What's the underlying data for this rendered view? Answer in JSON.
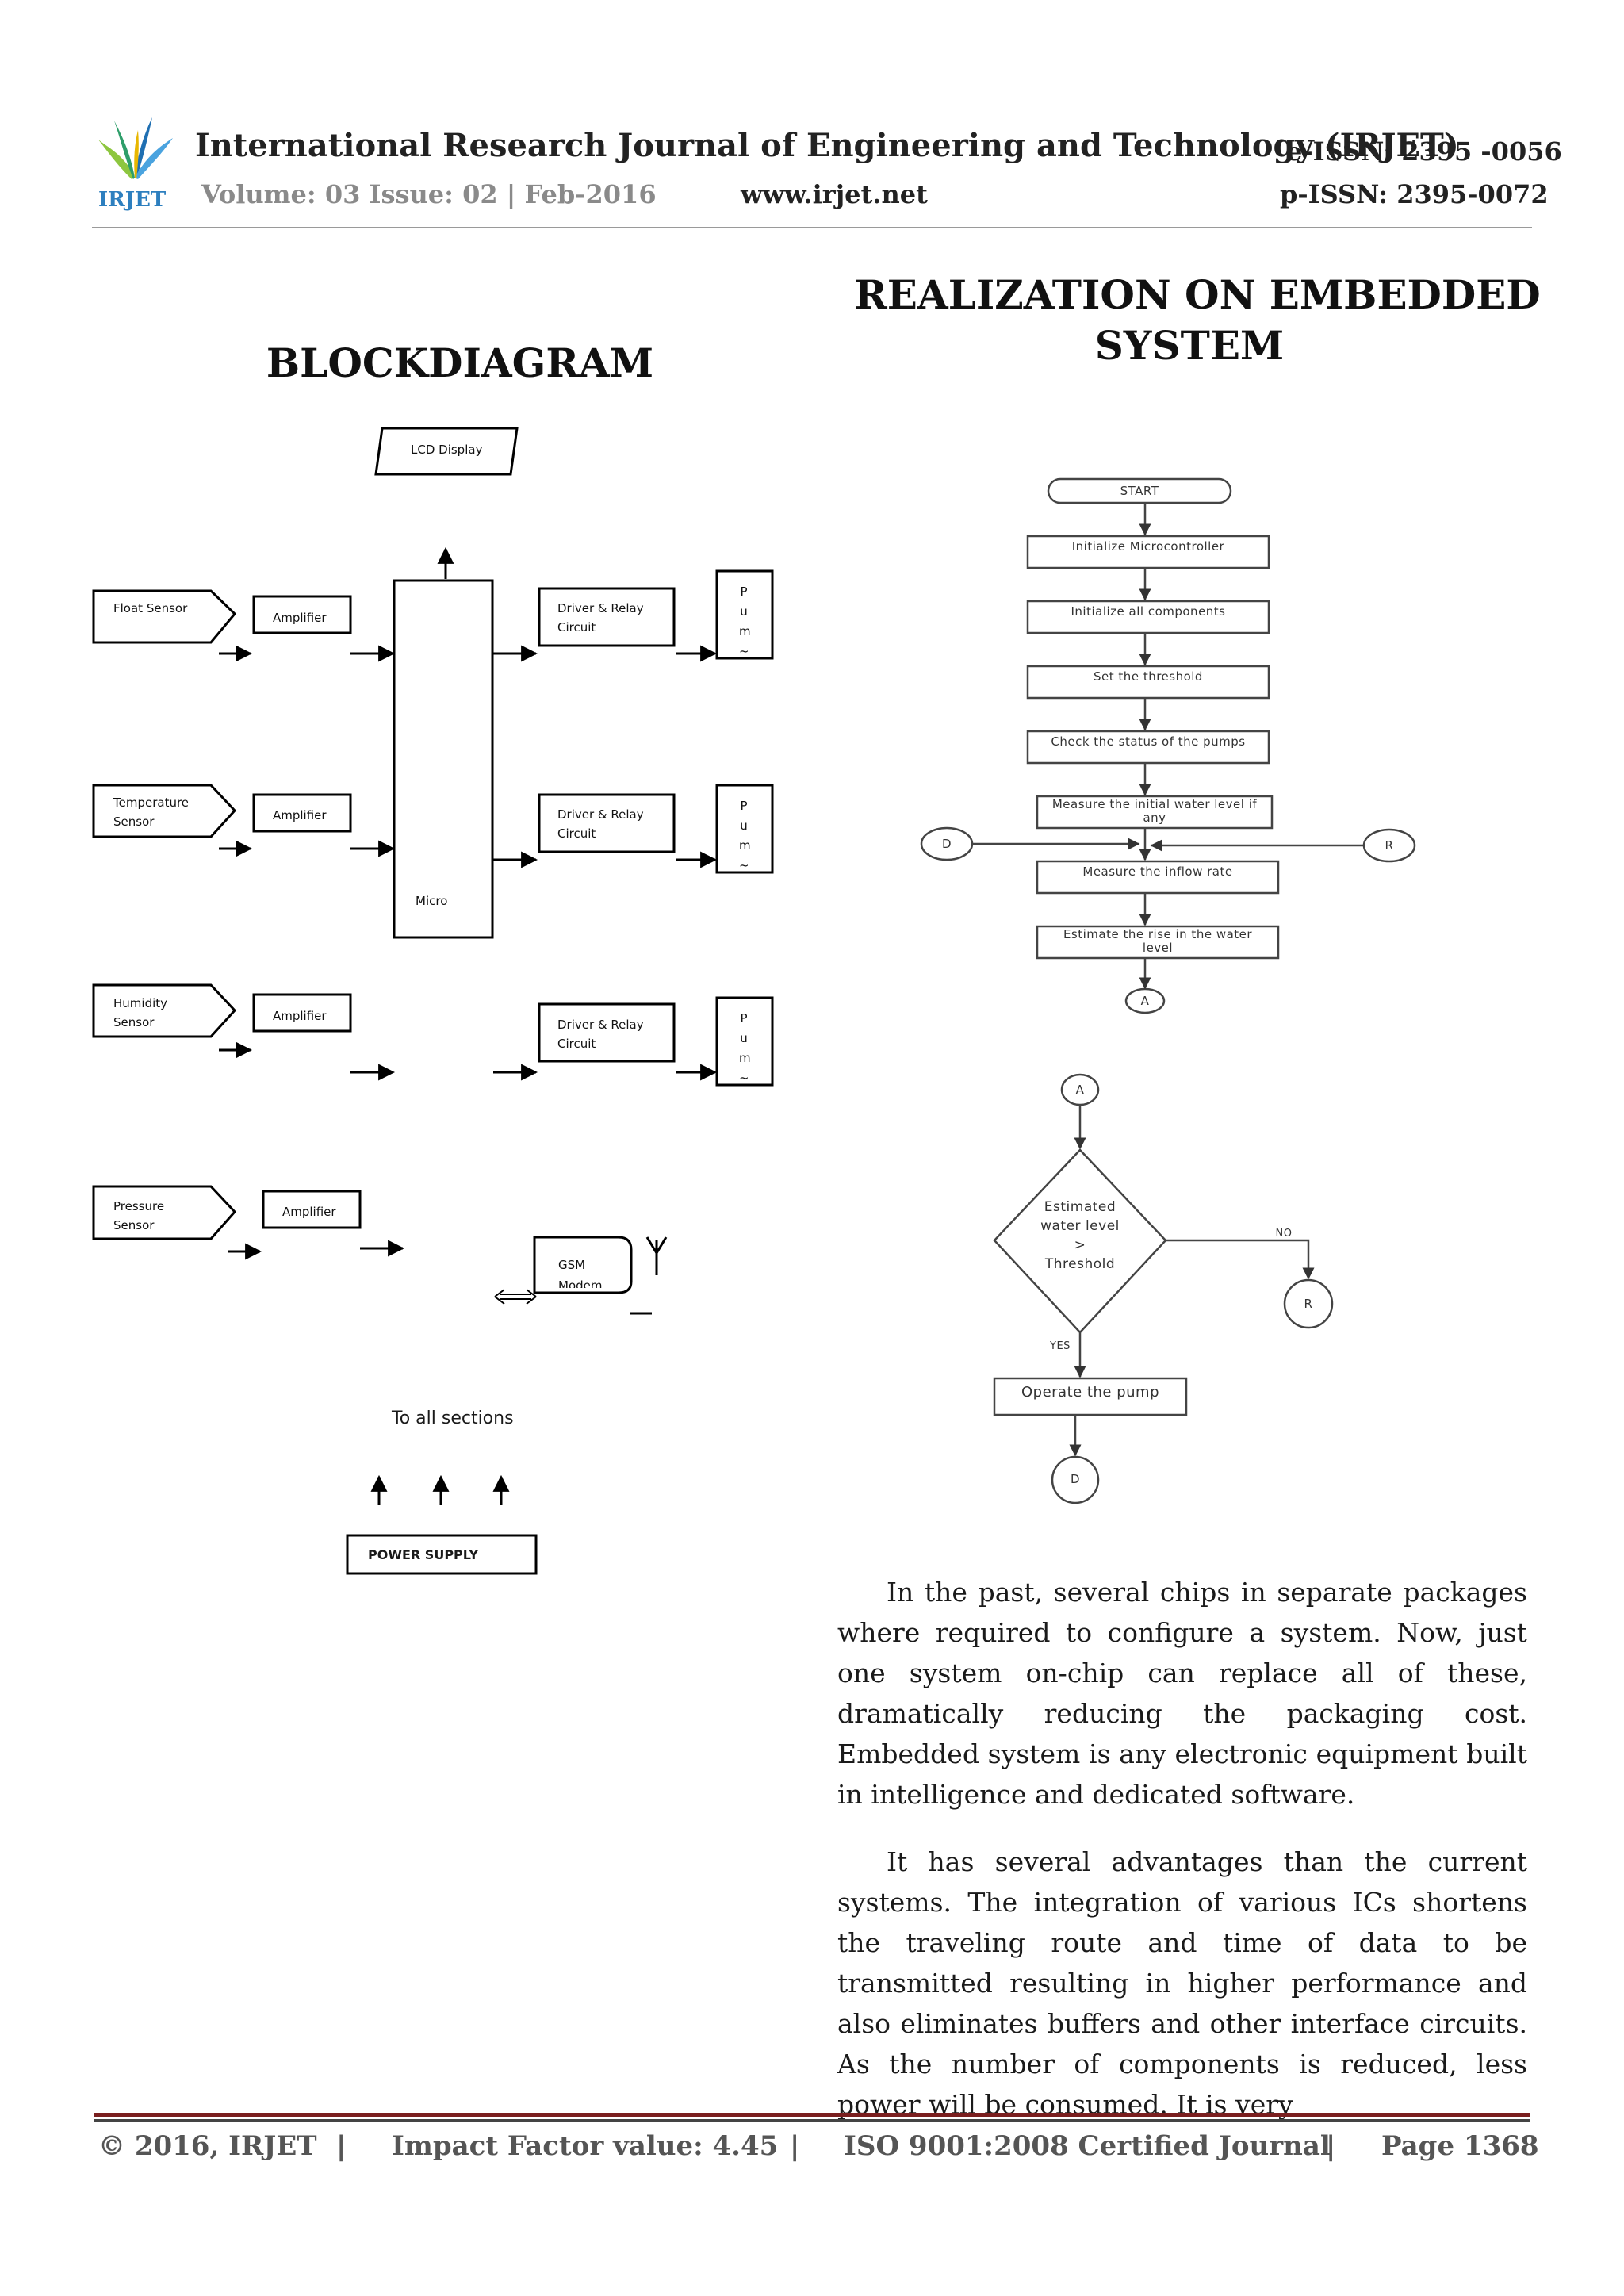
{
  "header": {
    "journal_title": "International Research Journal of Engineering and Technology (IRJET)",
    "eissn": "e-ISSN: 2395 -0056",
    "volume": "Volume: 03 Issue: 02 | Feb-2016",
    "website": "www.irjet.net",
    "pissn": "p-ISSN: 2395-0072",
    "logo_text": "IRJET",
    "logo_colors": [
      "#2e8b57",
      "#e8b600",
      "#1f6fb2"
    ]
  },
  "block_diagram": {
    "title": "BLOCKDIAGRAM",
    "lcd": "LCD Display",
    "sensors": [
      {
        "line1": "Float Sensor",
        "line2": ""
      },
      {
        "line1": "Temperature",
        "line2": "Sensor"
      },
      {
        "line1": "Humidity",
        "line2": "Sensor"
      },
      {
        "line1": "Pressure",
        "line2": "Sensor"
      }
    ],
    "amplifier": "Amplifier",
    "driver_line1": "Driver & Relay",
    "driver_line2": "Circuit",
    "pump_letters": [
      "P",
      "u",
      "m",
      "~"
    ],
    "micro": "Micro",
    "gsm_line1": "GSM",
    "gsm_line2": "Modem",
    "to_all": "To all sections",
    "power": "POWER SUPPLY"
  },
  "flowchart": {
    "title_line1": "REALIZATION ON EMBEDDED",
    "title_line2": "SYSTEM",
    "start": "START",
    "steps": [
      "Initialize Microcontroller",
      "Initialize all components",
      "Set the threshold",
      "Check the status of the pumps"
    ],
    "measure_initial_1": "Measure the initial water level if",
    "measure_initial_2": "any",
    "measure_inflow": "Measure the inflow rate",
    "estimate_1": "Estimate the rise in the water",
    "estimate_2": "level",
    "conn_d": "D",
    "conn_r": "R",
    "conn_a": "A",
    "decision_1": "Estimated",
    "decision_2": "water level",
    "decision_3": ">",
    "decision_4": "Threshold",
    "no": "NO",
    "yes": "YES",
    "operate": "Operate the pump"
  },
  "body": {
    "para1": "In the past, several chips in separate packages where required to configure a system. Now, just one system on-chip can replace all of these, dramatically reducing the packaging cost. Embedded system is any electronic equipment built in intelligence and dedicated software.",
    "para2": "It has several advantages than the current systems. The integration of various ICs shortens the traveling route and time of data to be transmitted resulting in higher performance and also eliminates buffers and other interface circuits. As the number of components is reduced, less power will be consumed. It is very"
  },
  "footer": {
    "copyright": "© 2016, IRJET",
    "sep": "|",
    "impact": "Impact Factor value: 4.45",
    "iso": "ISO 9001:2008 Certified Journal",
    "page": "Page 1368"
  }
}
